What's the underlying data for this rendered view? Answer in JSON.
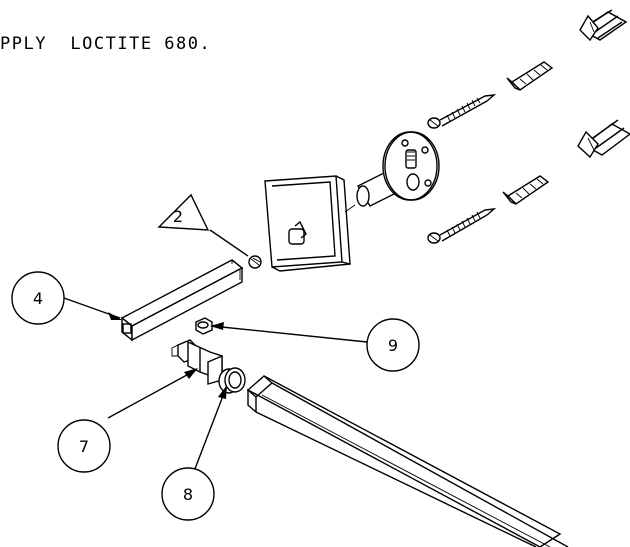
{
  "note": {
    "text": "PPLY  LOCTITE 680."
  },
  "callouts": {
    "triangle_2": "2",
    "balloon_4": "4",
    "balloon_9": "9",
    "balloon_7": "7",
    "balloon_8": "8"
  }
}
